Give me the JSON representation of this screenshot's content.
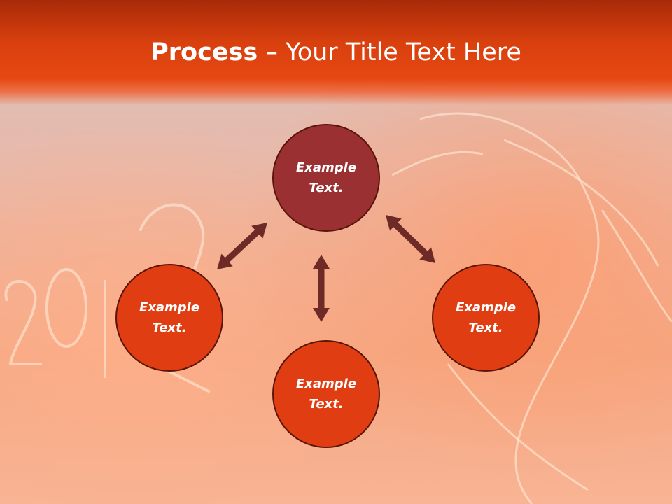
{
  "slide": {
    "title_bold": "Process",
    "title_dash": " – ",
    "title_rest": "Your Title Text Here"
  },
  "diagram": {
    "nodes": [
      {
        "id": "top",
        "label": "Example\nText.",
        "color": "#9b3032"
      },
      {
        "id": "left",
        "label": "Example\nText.",
        "color": "#e03d12"
      },
      {
        "id": "bottom",
        "label": "Example\nText.",
        "color": "#e03d12"
      },
      {
        "id": "right",
        "label": "Example\nText.",
        "color": "#e03d12"
      }
    ],
    "arrow_color": "#6e2a26",
    "background_watermark": "2012"
  }
}
